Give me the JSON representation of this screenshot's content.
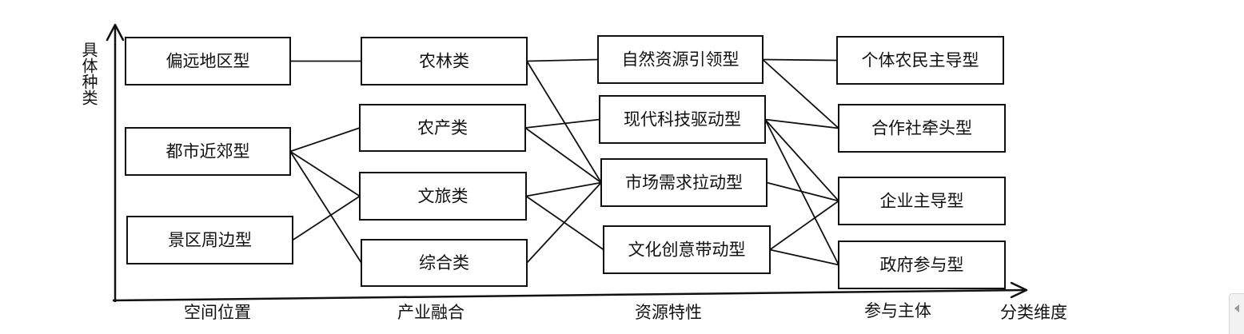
{
  "axes": {
    "y_label": "具体种类",
    "x_label": "分类维度"
  },
  "columns": [
    {
      "id": "col1",
      "label": "空间位置"
    },
    {
      "id": "col2",
      "label": "产业融合"
    },
    {
      "id": "col3",
      "label": "资源特性"
    },
    {
      "id": "col4",
      "label": "参与主体"
    }
  ],
  "nodes": [
    {
      "id": "remote",
      "label": "偏远地区型",
      "column": "col1"
    },
    {
      "id": "suburban",
      "label": "都市近郊型",
      "column": "col1"
    },
    {
      "id": "scenic",
      "label": "景区周边型",
      "column": "col1"
    },
    {
      "id": "agroforest",
      "label": "农林类",
      "column": "col2"
    },
    {
      "id": "agriproduct",
      "label": "农产类",
      "column": "col2"
    },
    {
      "id": "culturetour",
      "label": "文旅类",
      "column": "col2"
    },
    {
      "id": "comprehensive",
      "label": "综合类",
      "column": "col2"
    },
    {
      "id": "natural",
      "label": "自然资源引领型",
      "column": "col3"
    },
    {
      "id": "tech",
      "label": "现代科技驱动型",
      "column": "col3"
    },
    {
      "id": "market",
      "label": "市场需求拉动型",
      "column": "col3"
    },
    {
      "id": "creative",
      "label": "文化创意带动型",
      "column": "col3"
    },
    {
      "id": "farmer",
      "label": "个体农民主导型",
      "column": "col4"
    },
    {
      "id": "coop",
      "label": "合作社牵头型",
      "column": "col4"
    },
    {
      "id": "enterprise",
      "label": "企业主导型",
      "column": "col4"
    },
    {
      "id": "government",
      "label": "政府参与型",
      "column": "col4"
    }
  ],
  "edges": [
    [
      "remote",
      "agroforest"
    ],
    [
      "suburban",
      "agriproduct"
    ],
    [
      "suburban",
      "culturetour"
    ],
    [
      "suburban",
      "comprehensive"
    ],
    [
      "scenic",
      "culturetour"
    ],
    [
      "agroforest",
      "natural"
    ],
    [
      "agroforest",
      "market"
    ],
    [
      "agriproduct",
      "tech"
    ],
    [
      "agriproduct",
      "market"
    ],
    [
      "culturetour",
      "market"
    ],
    [
      "culturetour",
      "creative"
    ],
    [
      "comprehensive",
      "market"
    ],
    [
      "natural",
      "farmer"
    ],
    [
      "natural",
      "coop"
    ],
    [
      "tech",
      "coop"
    ],
    [
      "tech",
      "enterprise"
    ],
    [
      "tech",
      "government"
    ],
    [
      "market",
      "enterprise"
    ],
    [
      "creative",
      "enterprise"
    ],
    [
      "creative",
      "government"
    ]
  ]
}
